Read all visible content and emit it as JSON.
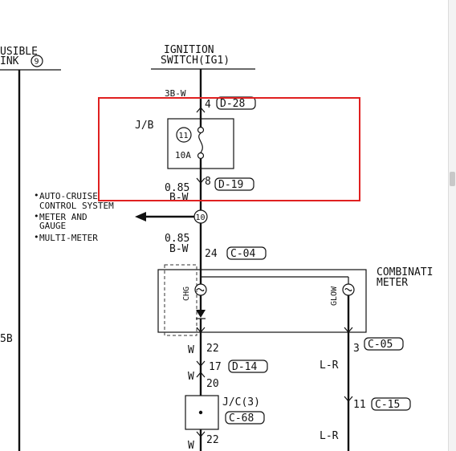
{
  "left_header": {
    "line1": "USIBLE",
    "line2": "INK",
    "circle": "9"
  },
  "ignition_header": {
    "line1": "IGNITION",
    "line2": "SWITCH(IG1)"
  },
  "wire_top": "3B-W",
  "connector_d28": {
    "pin": "4",
    "code": "D-28"
  },
  "jb": {
    "label": "J/B",
    "fuse_number": "11",
    "fuse_rating": "10A"
  },
  "wire_085_a": {
    "size": "0.85",
    "color": "B-W"
  },
  "connector_d19": {
    "pin": "8",
    "code": "D-19"
  },
  "branch_targets": {
    "item1_l1": "AUTO-CRUISE",
    "item1_l2": "CONTROL SYSTEM",
    "item2_l1": "METER AND",
    "item2_l2": "GAUGE",
    "item3": "MULTI-METER",
    "bullet": "•"
  },
  "splice_junction": "10",
  "wire_085_b": {
    "size": "0.85",
    "color": "B-W"
  },
  "connector_c04": {
    "pin": "24",
    "code": "C-04"
  },
  "combination_meter": {
    "line1": "COMBINATI",
    "line2": "METER"
  },
  "chg": "CHG",
  "glow": "GLOW",
  "pin_22a": "22",
  "wire_w1": "W",
  "pin_3": "3",
  "connector_c05": "C-05",
  "pin_17": "17",
  "connector_d14": "D-14",
  "wire_w2": "W",
  "pin_20": "20",
  "wire_lr1": "L-R",
  "jc": {
    "label": "J/C(3)",
    "code": "C-68"
  },
  "pin_11": "11",
  "connector_c15": "C-15",
  "wire_w3": "W",
  "pin_22b": "22",
  "wire_lr2": "L-R",
  "left_wire_label": "5B",
  "highlight_color": "#e02020"
}
